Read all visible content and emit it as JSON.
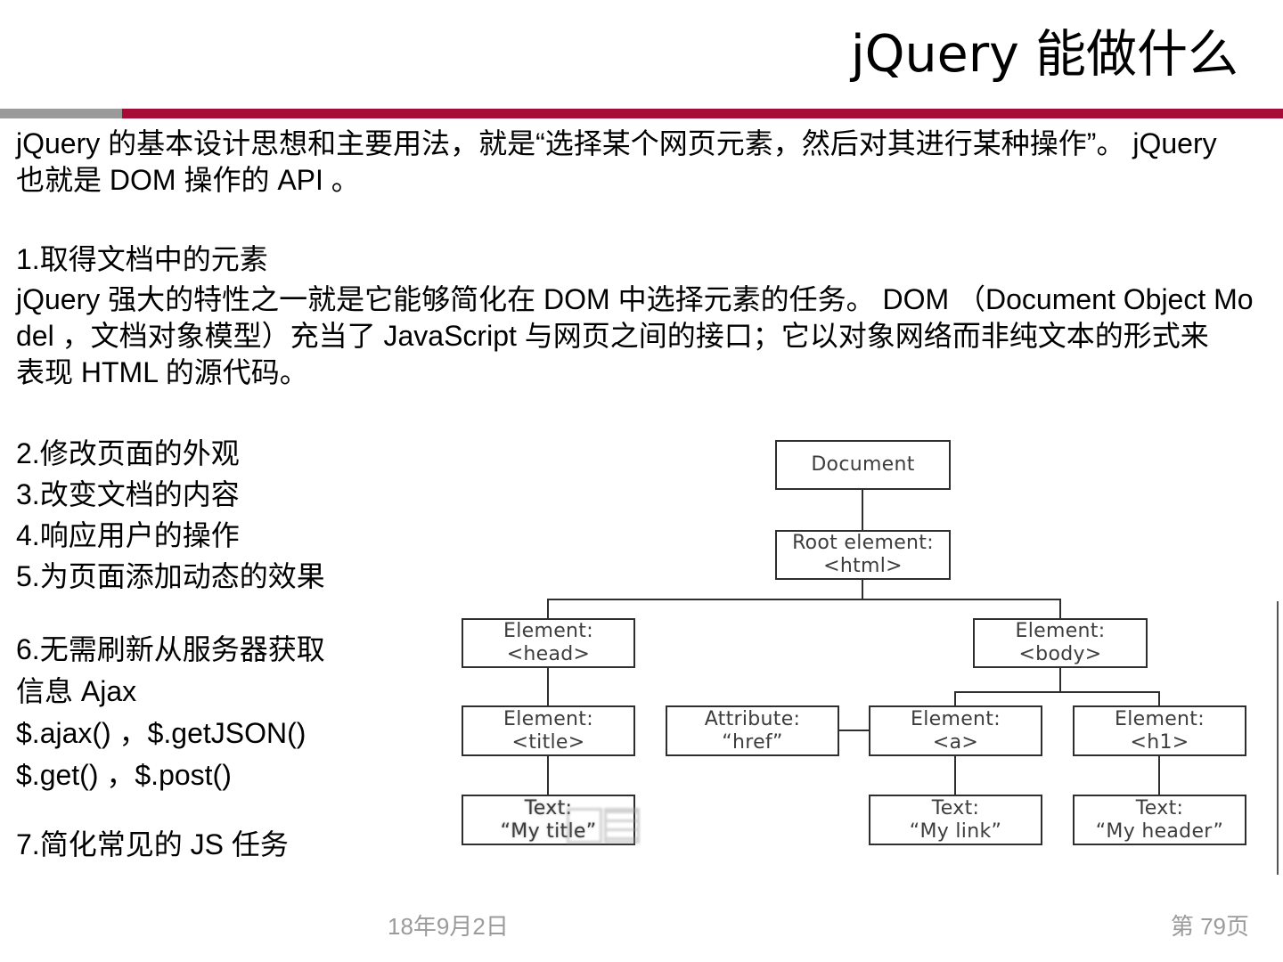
{
  "slide": {
    "title": "jQuery 能做什么",
    "footer": {
      "date": "18年9月2日",
      "page": "第 79页"
    }
  },
  "intro": {
    "lines": [
      "jQuery 的基本设计思想和主要用法，就是“选择某个网页元素，然后对其进行某种操作”。 jQuery",
      "也就是 DOM 操作的 API 。"
    ]
  },
  "section1": {
    "heading": "1.取得文档中的元素",
    "lines": [
      "jQuery 强大的特性之一就是它能够简化在 DOM 中选择元素的任务。 DOM （Document Object Mo",
      "del ，文档对象模型）充当了 JavaScript 与网页之间的接口；它以对象网络而非纯文本的形式来",
      "表现 HTML 的源代码。"
    ]
  },
  "features": {
    "group1": [
      "2.修改页面的外观",
      "3.改变文档的内容",
      "4.响应用户的操作",
      "5.为页面添加动态的效果"
    ],
    "group2": [
      "6.无需刷新从服务器获取",
      "信息 Ajax",
      "$.ajax() ，$.getJSON()",
      "$.get() ，$.post()"
    ],
    "item7": "7.简化常见的 JS 任务"
  },
  "diagram": {
    "boxes": {
      "document": {
        "line1": "Document",
        "line2": ""
      },
      "root": {
        "line1": "Root element:",
        "line2": "<html>"
      },
      "head": {
        "line1": "Element:",
        "line2": "<head>"
      },
      "body": {
        "line1": "Element:",
        "line2": "<body>"
      },
      "title_el": {
        "line1": "Element:",
        "line2": "<title>"
      },
      "attr": {
        "line1": "Attribute:",
        "line2": "“href”"
      },
      "a_el": {
        "line1": "Element:",
        "line2": "<a>"
      },
      "h1_el": {
        "line1": "Element:",
        "line2": "<h1>"
      },
      "text_title": {
        "line1": "Text:",
        "line2": "“My title”"
      },
      "text_link": {
        "line1": "Text:",
        "line2": "“My link”"
      },
      "text_header": {
        "line1": "Text:",
        "line2": "“My header”"
      }
    }
  },
  "colors": {
    "accent_red": "#a60c37",
    "divider_gray": "#9a9a9a",
    "footer_text": "#9b9b9b",
    "diagram_line": "#2e2e2e",
    "body_text": "#000000"
  }
}
